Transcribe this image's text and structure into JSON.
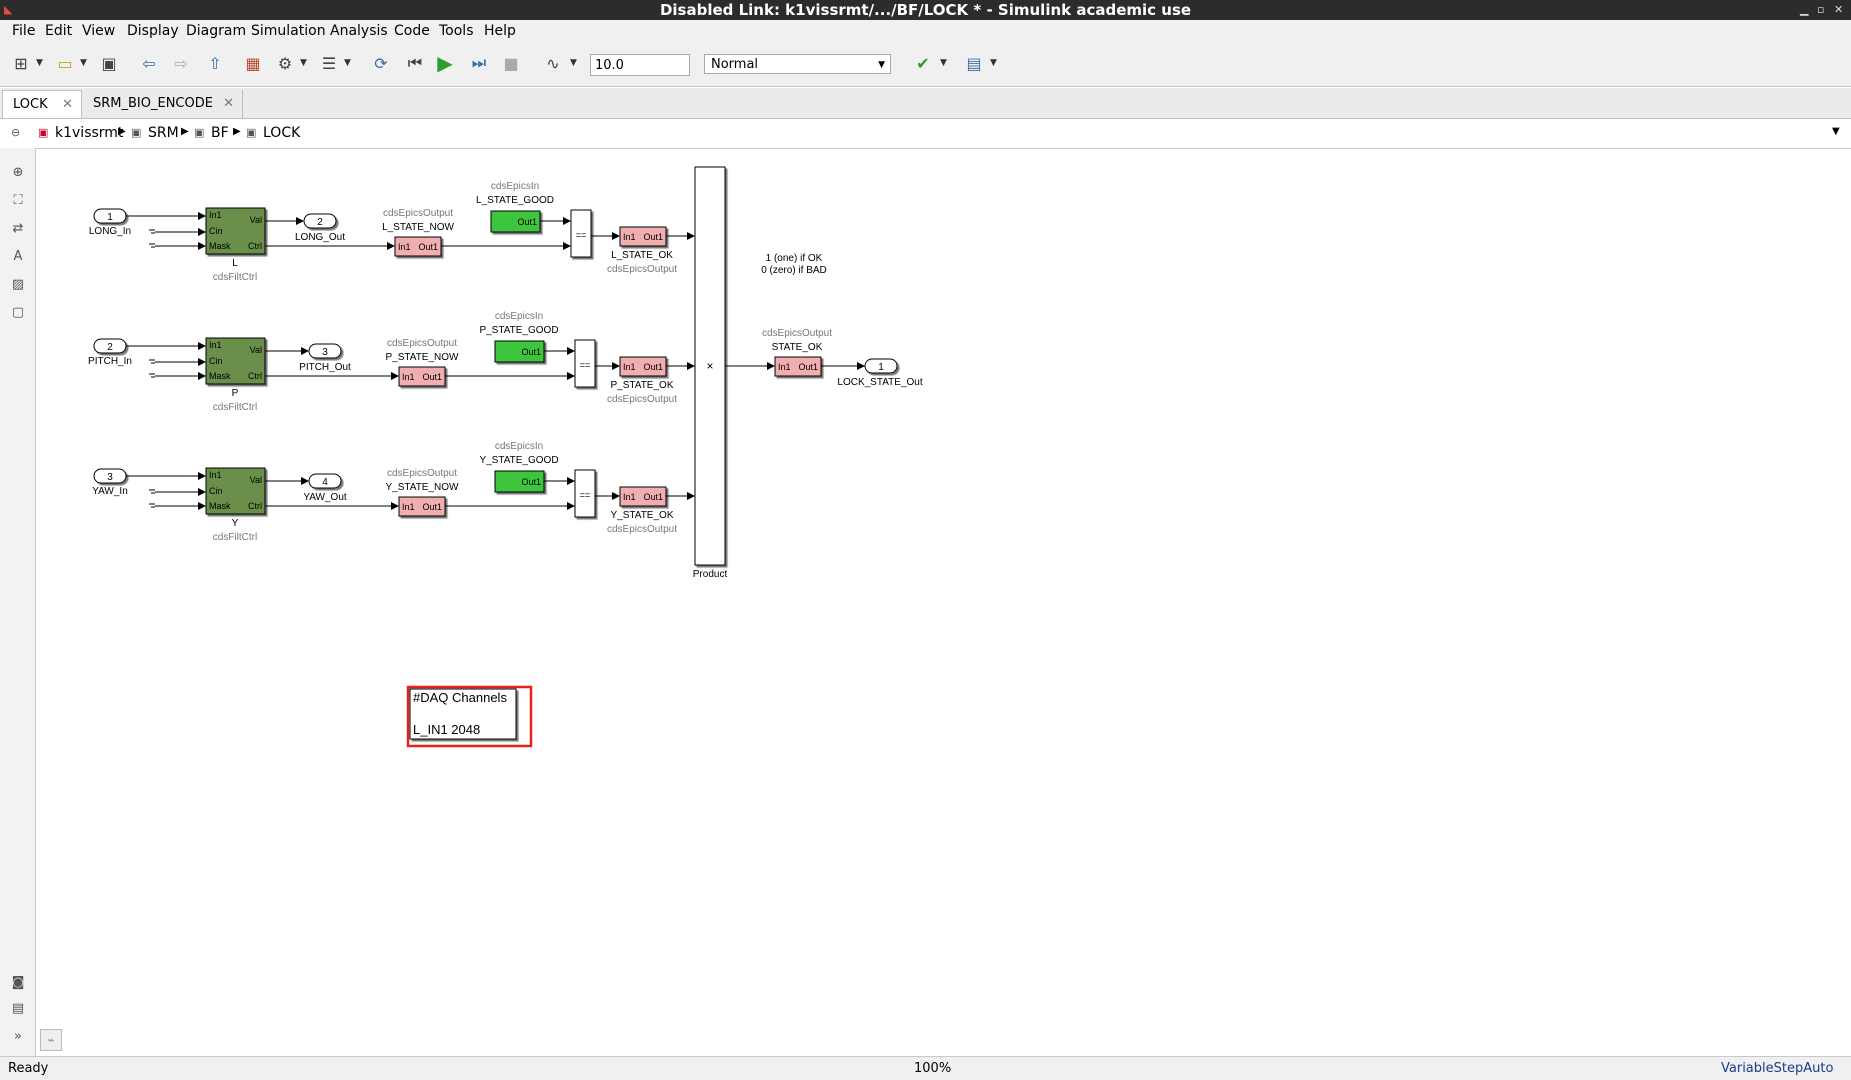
{
  "window": {
    "title": "Disabled Link: k1vissrmt/.../BF/LOCK * - Simulink academic use"
  },
  "menu": [
    "File",
    "Edit",
    "View",
    "Display",
    "Diagram",
    "Simulation",
    "Analysis",
    "Code",
    "Tools",
    "Help"
  ],
  "toolbar": {
    "stop_time": "10.0",
    "sim_mode": "Normal"
  },
  "tabs": [
    {
      "label": "LOCK",
      "active": true
    },
    {
      "label": "SRM_BIO_ENCODE",
      "active": false
    }
  ],
  "breadcrumb": [
    "k1vissrmt",
    "SRM",
    "BF",
    "LOCK"
  ],
  "diagram": {
    "rows": [
      {
        "in_num": "1",
        "in_name": "LONG_In",
        "filt_name": "L",
        "filt_type": "cdsFiltCtrl",
        "out_num": "2",
        "out_name": "LONG_Out",
        "now_type": "cdsEpicsOutput",
        "now_name": "L_STATE_NOW",
        "good_type": "cdsEpicsIn",
        "good_name": "L_STATE_GOOD",
        "ok_name": "L_STATE_OK",
        "ok_type": "cdsEpicsOutput"
      },
      {
        "in_num": "2",
        "in_name": "PITCH_In",
        "filt_name": "P",
        "filt_type": "cdsFiltCtrl",
        "out_num": "3",
        "out_name": "PITCH_Out",
        "now_type": "cdsEpicsOutput",
        "now_name": "P_STATE_NOW",
        "good_type": "cdsEpicsIn",
        "good_name": "P_STATE_GOOD",
        "ok_name": "P_STATE_OK",
        "ok_type": "cdsEpicsOutput"
      },
      {
        "in_num": "3",
        "in_name": "YAW_In",
        "filt_name": "Y",
        "filt_type": "cdsFiltCtrl",
        "out_num": "4",
        "out_name": "YAW_Out",
        "now_type": "cdsEpicsOutput",
        "now_name": "Y_STATE_NOW",
        "good_type": "cdsEpicsIn",
        "good_name": "Y_STATE_GOOD",
        "ok_name": "Y_STATE_OK",
        "ok_type": "cdsEpicsOutput"
      }
    ],
    "filt_ports_in": [
      "In1",
      "Cin",
      "Mask"
    ],
    "filt_ports_out": [
      "Val",
      "Ctrl"
    ],
    "port_in1": "In1",
    "port_out1": "Out1",
    "relop_symbol": "==",
    "product": {
      "name": "Product",
      "symbol": "×"
    },
    "note": {
      "line1": "1 (one) if OK",
      "line2": "0 (zero) if BAD"
    },
    "state_ok": {
      "type": "cdsEpicsOutput",
      "name": "STATE_OK"
    },
    "final_out": {
      "num": "1",
      "name": "LOCK_STATE_Out"
    },
    "daq": {
      "line1": "#DAQ Channels",
      "line2": "L_IN1 2048"
    },
    "colors": {
      "filt_fill": "#6a8f4c",
      "epics_out_fill": "#f0aeb0",
      "epics_in_fill": "#3ec63e",
      "highlight": "#e8221a"
    }
  },
  "status": {
    "left": "Ready",
    "zoom": "100%",
    "solver": "VariableStepAuto"
  }
}
